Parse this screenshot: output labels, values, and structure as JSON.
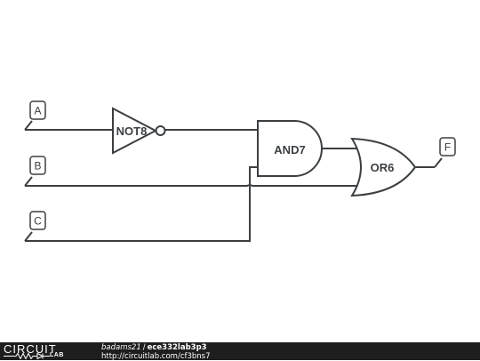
{
  "inputs": [
    {
      "id": "A",
      "label": "A"
    },
    {
      "id": "B",
      "label": "B"
    },
    {
      "id": "C",
      "label": "C"
    }
  ],
  "outputs": [
    {
      "id": "F",
      "label": "F"
    }
  ],
  "gates": {
    "not": {
      "label": "NOT8",
      "type": "NOT"
    },
    "and": {
      "label": "AND7",
      "type": "AND"
    },
    "or": {
      "label": "OR6",
      "type": "OR"
    }
  },
  "footer": {
    "logo_word": "CIRCUIT",
    "logo_sub": "LAB",
    "user": "badams21",
    "separator": "/",
    "project": "ece332lab3p3",
    "url": "http://circuitlab.com/cf3bns7"
  },
  "colors": {
    "wire": "#3b3f42",
    "background": "#ffffff",
    "footer_bg": "#1e1e1e"
  }
}
